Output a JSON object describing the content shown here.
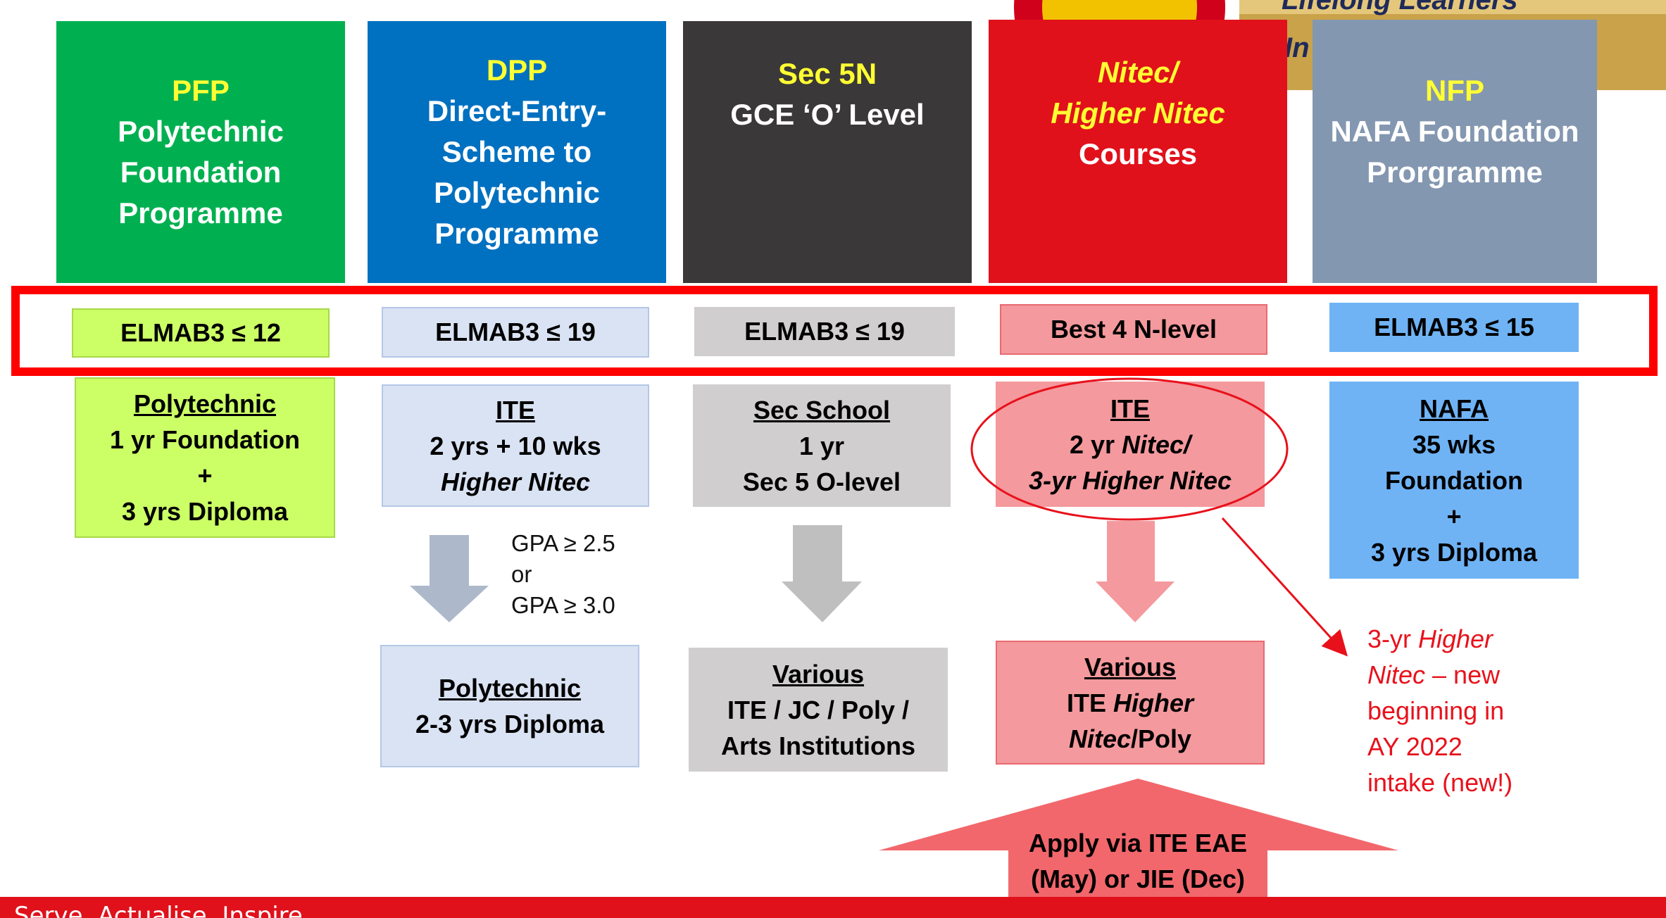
{
  "background_logo": {
    "caption_1": "Lifelong Learners",
    "caption_2": "In"
  },
  "columns": [
    {
      "id": "pfp",
      "header": {
        "code": "PFP",
        "lines": [
          "Polytechnic",
          "Foundation",
          "Programme"
        ]
      },
      "criterion": "ELMAB3 ≤ 12",
      "pathway": {
        "institution": "Polytechnic",
        "lines": [
          "1 yr Foundation",
          "+",
          "3 yrs Diploma"
        ]
      },
      "colors": {
        "header": "#00b050",
        "criterion": "#ccff66",
        "pathway": "#ccff66"
      }
    },
    {
      "id": "dpp",
      "header": {
        "code": "DPP",
        "lines": [
          "Direct-Entry-",
          "Scheme to",
          "Polytechnic",
          "Programme"
        ]
      },
      "criterion": "ELMAB3 ≤ 19",
      "pathway": {
        "institution": "ITE",
        "lines": [
          "2 yrs + 10 wks",
          "Higher Nitec"
        ]
      },
      "condition": [
        "GPA ≥ 2.5",
        "or",
        "GPA ≥ 3.0"
      ],
      "destination": {
        "title": "Polytechnic",
        "lines": [
          "2-3 yrs Diploma"
        ]
      },
      "colors": {
        "header": "#0070c0",
        "criterion": "#dae3f3",
        "pathway": "#dae3f3",
        "arrow": "#adb9ca"
      }
    },
    {
      "id": "sec5n",
      "header": {
        "code": "Sec 5N",
        "lines": [
          "GCE ‘O’ Level"
        ]
      },
      "criterion": "ELMAB3 ≤ 19",
      "pathway": {
        "institution": "Sec School",
        "lines": [
          "1 yr",
          "Sec 5 O-level"
        ]
      },
      "destination": {
        "title": "Various",
        "lines": [
          "ITE / JC / Poly /",
          "Arts Institutions"
        ]
      },
      "colors": {
        "header": "#3a3838",
        "criterion": "#d0cece",
        "pathway": "#d0cece",
        "arrow": "#bfbfbf"
      }
    },
    {
      "id": "nitec",
      "header": {
        "code": "Nitec/",
        "lines": [
          "Higher Nitec",
          "Courses"
        ]
      },
      "criterion": "Best 4 N-level",
      "pathway": {
        "institution": "ITE",
        "line_1_prefix": "2 yr ",
        "line_1_italic": "Nitec/",
        "line_2": "3-yr Higher Nitec"
      },
      "destination": {
        "title": "Various",
        "line_1_prefix": "ITE ",
        "line_1_italic": "Higher",
        "line_2_italic": "Nitec",
        "line_2_suffix": "/Poly"
      },
      "colors": {
        "header": "#e0111b",
        "criterion": "#f4999d",
        "pathway": "#f4999d",
        "arrow": "#f4999d"
      }
    },
    {
      "id": "nfp",
      "header": {
        "code": "NFP",
        "lines": [
          "NAFA Foundation",
          "Prorgramme"
        ]
      },
      "criterion": "ELMAB3 ≤ 15",
      "pathway": {
        "institution": "NAFA",
        "lines": [
          "35 wks",
          "Foundation",
          "+",
          "3 yrs Diploma"
        ]
      },
      "colors": {
        "header": "#8497b0",
        "criterion": "#6fb3f5",
        "pathway": "#6fb3f5"
      }
    }
  ],
  "annotation": {
    "prefix": "3-yr ",
    "italic_1": "Higher",
    "italic_2": "Nitec",
    "line_2_rest": " – new",
    "lines_rest": [
      "beginning in",
      "AY 2022",
      "intake (new!)"
    ],
    "color": "#e8111b"
  },
  "apply_arrow": {
    "lines": [
      "Apply via ITE EAE",
      "(May) or JIE (Dec)"
    ],
    "color": "#f2676c"
  },
  "footer": {
    "tagline": "Serve. Actualise. Inspire.",
    "color": "#e0111b"
  },
  "highlight_frame_color": "#ff0000",
  "header_code_color": "#ffff33"
}
